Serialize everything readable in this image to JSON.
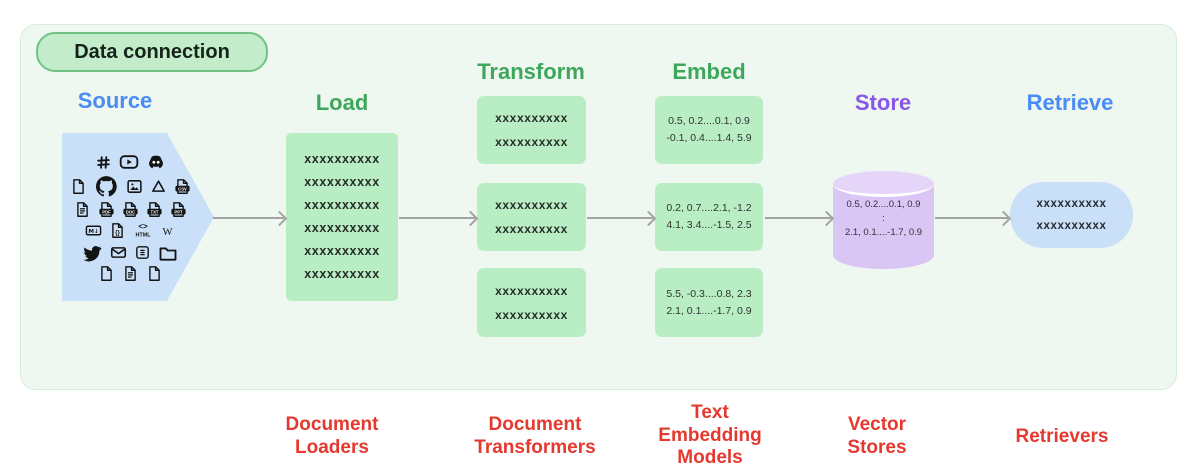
{
  "colors": {
    "header-blue": "#4a8cf5",
    "header-green": "#3fa75c",
    "header-purple": "#8a55e8",
    "label-red": "#e5382e",
    "green-fill": "#b9edc3",
    "blue-fill": "#c9e0f8",
    "purple-fill": "#d9c6f4",
    "purple-fill-top": "#e5d5f9",
    "panel-bg": "#eef8f1",
    "panel-border": "#d8edda",
    "badge-fill": "#c3ecca",
    "badge-border": "#6fc283",
    "arrow-gray": "#a3a3a3",
    "icon-black": "#141414"
  },
  "badge": {
    "label": "Data connection"
  },
  "stages": {
    "source": {
      "title": "Source",
      "icon_rows": [
        [
          "slack",
          "youtube",
          "discord"
        ],
        [
          "file",
          "github",
          "image",
          "google-drive",
          "csv"
        ],
        [
          "file-text",
          "pdf",
          "doc",
          "txt",
          "ppt"
        ],
        [
          "markdown",
          "code-file",
          "html",
          "wikipedia"
        ],
        [
          "twitter",
          "email",
          "notes",
          "folder"
        ],
        [
          "file",
          "file-text",
          "file"
        ]
      ]
    },
    "load": {
      "title": "Load",
      "lines": [
        "xxxxxxxxxx",
        "xxxxxxxxxx",
        "xxxxxxxxxx",
        "xxxxxxxxxx",
        "xxxxxxxxxx",
        "xxxxxxxxxx"
      ]
    },
    "transform": {
      "title": "Transform",
      "boxes": [
        [
          "xxxxxxxxxx",
          "xxxxxxxxxx"
        ],
        [
          "xxxxxxxxxx",
          "xxxxxxxxxx"
        ],
        [
          "xxxxxxxxxx",
          "xxxxxxxxxx"
        ]
      ]
    },
    "embed": {
      "title": "Embed",
      "boxes": [
        [
          "0.5, 0.2....0.1, 0.9",
          "-0.1, 0.4....1.4, 5.9"
        ],
        [
          "0.2, 0.7....2.1, -1.2",
          "4.1, 3.4....-1.5, 2.5"
        ],
        [
          "5.5, -0.3....0.8, 2.3",
          "2.1, 0.1....-1.7, 0.9"
        ]
      ]
    },
    "store": {
      "title": "Store",
      "lines": [
        "0.5, 0.2....0.1, 0.9",
        ":",
        "2.1, 0.1....-1.7, 0.9"
      ]
    },
    "retrieve": {
      "title": "Retrieve",
      "lines": [
        "xxxxxxxxxx",
        "xxxxxxxxxx"
      ]
    }
  },
  "footer_labels": [
    {
      "lines": [
        "Document",
        "Loaders"
      ]
    },
    {
      "lines": [
        "Document",
        "Transformers"
      ]
    },
    {
      "lines": [
        "Text",
        "Embedding",
        "Models"
      ]
    },
    {
      "lines": [
        "Vector",
        "Stores"
      ]
    },
    {
      "lines": [
        "Retrievers"
      ]
    }
  ]
}
